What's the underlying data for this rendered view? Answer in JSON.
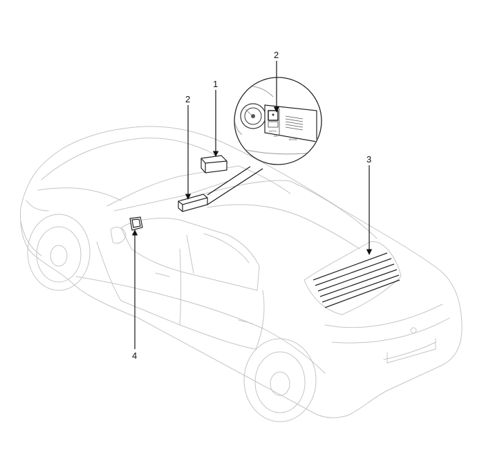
{
  "callouts": {
    "c1": "1",
    "c2_main": "2",
    "c2_detail": "2",
    "c3": "3",
    "c4": "4"
  },
  "detail": {
    "btn_a": "AUTO",
    "btn_b": "A/C",
    "btn_c": "MODE"
  },
  "colors": {
    "line_art": "#c4c4c4",
    "callout_line": "#111111"
  }
}
